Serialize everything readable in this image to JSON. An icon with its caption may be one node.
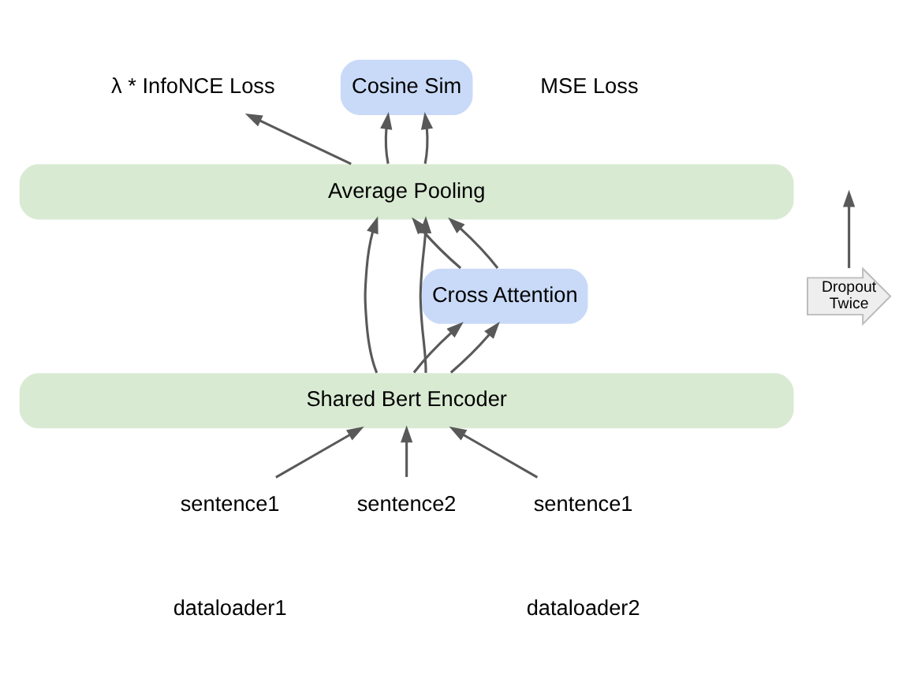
{
  "diagram": {
    "nodes": [
      {
        "text": [
          "λ * InfoNCE Loss"
        ]
      },
      {
        "text": [
          "Cosine Sim"
        ]
      },
      {
        "text": [
          "Average Pooling"
        ]
      },
      {
        "text": [
          "Cross Attention"
        ]
      },
      {
        "text": [
          "Shared Bert Encoder"
        ]
      },
      {
        "text": [
          "sentence1"
        ]
      },
      {
        "text": [
          "sentence2"
        ]
      },
      {
        "text": [
          "sentence1"
        ]
      },
      {
        "text": [
          "Dropout",
          "Twice"
        ]
      }
    ],
    "edges": [
      {
        "from": 5,
        "to": 4,
        "arrow": "to"
      },
      {
        "from": 6,
        "to": 4,
        "arrow": "to"
      },
      {
        "from": 7,
        "to": 4,
        "arrow": "to"
      },
      {
        "from": 4,
        "to": 3,
        "arrow": "to"
      },
      {
        "from": 4,
        "to": 3,
        "arrow": "to"
      },
      {
        "from": 3,
        "to": 2,
        "arrow": "to"
      },
      {
        "from": 3,
        "to": 2,
        "arrow": "to"
      },
      {
        "from": 2,
        "to": 1,
        "arrow": "to"
      },
      {
        "from": 2,
        "to": 1,
        "arrow": "to"
      },
      {
        "from": 4,
        "to": 2,
        "arrow": "to"
      },
      {
        "from": 4,
        "to": 2,
        "arrow": "to"
      },
      {
        "from": 2,
        "to": 0,
        "arrow": "to"
      },
      {
        "from": 8,
        "to": null,
        "arrow": "to"
      }
    ],
    "labels": [
      "MSE Loss",
      "dataloader1",
      "dataloader2"
    ]
  }
}
